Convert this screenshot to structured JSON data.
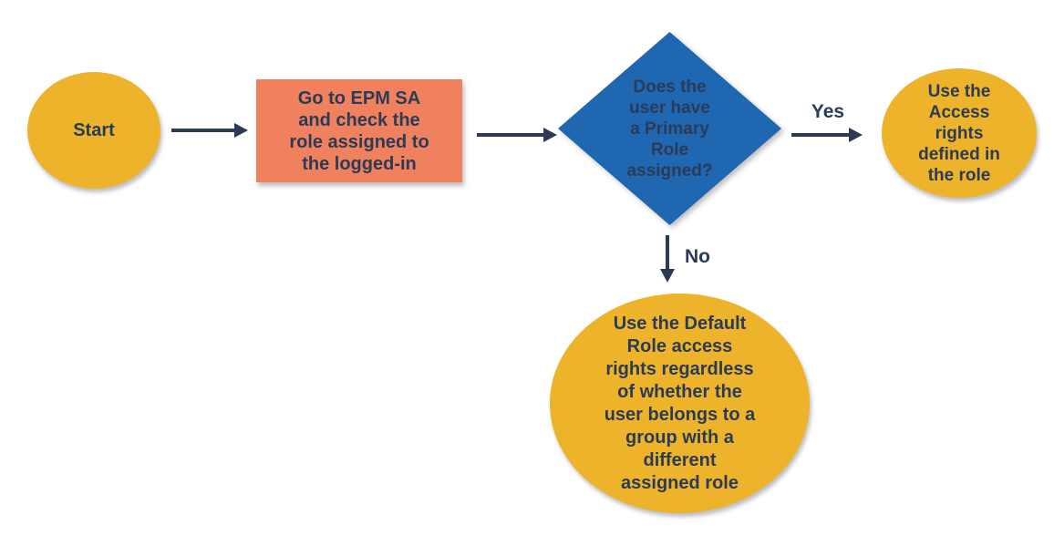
{
  "colors": {
    "gold": "#EDB32B",
    "orange": "#F0815F",
    "blue": "#2067B2",
    "navy": "#2B3B55"
  },
  "flowchart": {
    "start": {
      "label": "Start"
    },
    "process": {
      "lines": [
        "Go to EPM SA",
        "and check the",
        "role assigned to",
        "the logged-in"
      ]
    },
    "decision": {
      "lines": [
        "Does the",
        "user have",
        "a Primary",
        "Role",
        "assigned?"
      ]
    },
    "yes_edge": {
      "label": "Yes"
    },
    "no_edge": {
      "label": "No"
    },
    "yes_result": {
      "lines": [
        "Use the",
        "Access",
        "rights",
        "defined in",
        "the role"
      ]
    },
    "no_result": {
      "lines": [
        "Use the Default",
        "Role access",
        "rights regardless",
        "of whether the",
        "user belongs to a",
        "group with a",
        "different",
        "assigned role"
      ]
    }
  }
}
